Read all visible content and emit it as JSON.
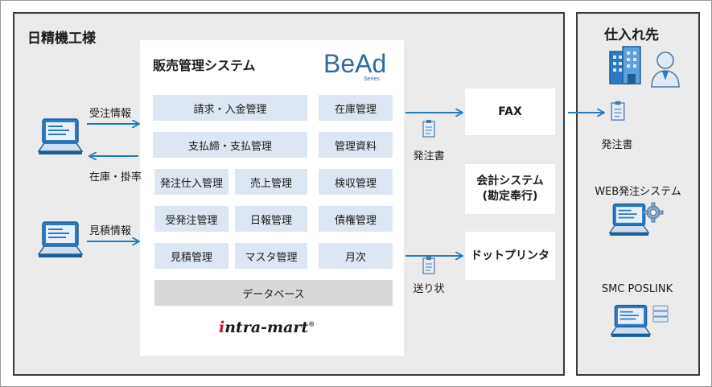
{
  "company_panel": {
    "title": "日精機工様"
  },
  "supplier_panel": {
    "title": "仕入れ先"
  },
  "system": {
    "title": "販売管理システム",
    "logo_bead": {
      "text": "BeAd",
      "sub": "Series"
    },
    "logo_intramart": {
      "text": "intra-mart"
    },
    "modules": {
      "m1": "請求・入金管理",
      "m2": "在庫管理",
      "m3": "支払締・支払管理",
      "m4": "管理資料",
      "m5": "発注仕入管理",
      "m6": "売上管理",
      "m7": "検収管理",
      "m8": "受発注管理",
      "m9": "日報管理",
      "m10": "債権管理",
      "m11": "見積管理",
      "m12": "マスタ管理",
      "m13": "月次"
    },
    "database": "データベース"
  },
  "outputs": {
    "fax": "FAX",
    "accounting": "会計システム\n(勘定奉行)",
    "printer": "ドットプリンタ"
  },
  "flow_labels": {
    "order_info": "受注情報",
    "stock_rate": "在庫・掛率",
    "estimate_info": "見積情報",
    "purchase_order": "発注書",
    "delivery_slip": "送り状",
    "supplier_po": "発注書"
  },
  "supplier_systems": {
    "web": "WEB発注システム",
    "poslink": "SMC POSLINK"
  },
  "colors": {
    "arrow": "#1f7bc4",
    "module_bg": "#dde7f3",
    "panel_bg": "#ebebeb"
  },
  "icons": [
    "laptop-icon",
    "document-icon",
    "building-icon",
    "person-icon",
    "gear-icon",
    "server-icon"
  ]
}
